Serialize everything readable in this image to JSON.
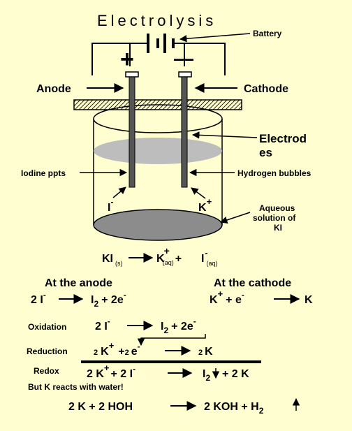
{
  "title": "Electrolysis",
  "labels": {
    "battery": "Battery",
    "plus": "+",
    "minus": "—",
    "anode": "Anode",
    "cathode": "Cathode",
    "electrodes_1": "Electrod",
    "electrodes_2": "es",
    "iodine_ppts": "Iodine ppts",
    "hydrogen_bubbles": "Hydrogen bubbles",
    "ion_i": "I",
    "ion_i_charge": "-",
    "ion_k": "K",
    "ion_k_charge": "+",
    "aqueous_1": "Aqueous",
    "aqueous_2": "solution of",
    "aqueous_3": "KI"
  },
  "equation_main": {
    "reactant": "KI",
    "reactant_state": "(s)",
    "product1": "K",
    "product1_charge": "+",
    "product1_state": "(aq)",
    "plus": "+",
    "product2": "I",
    "product2_charge": "-",
    "product2_state": "(aq)"
  },
  "anode": {
    "heading": "At the anode",
    "left": "2 I",
    "left_charge": "-",
    "right_a": "I",
    "right_sub": "2",
    "right_b": "+ 2e",
    "right_charge": "-"
  },
  "cathode": {
    "heading": "At the cathode",
    "left_a": "K",
    "left_charge": "+",
    "left_b": "+  e",
    "left_b_charge": "-",
    "right": "K"
  },
  "oxidation": {
    "label": "Oxidation",
    "left": "2 I",
    "left_charge": "-",
    "right_a": "I",
    "right_sub": "2",
    "right_b": "+  2e",
    "right_charge": "-"
  },
  "reduction": {
    "label": "Reduction",
    "coef1": "2",
    "k": "K",
    "k_charge": "+",
    "plus": "+",
    "coef2": "2",
    "e": "e",
    "e_charge": "-",
    "coef3": "2",
    "product": "K"
  },
  "redox": {
    "label": "Redox",
    "left_a": "2 K",
    "left_charge": "+",
    "left_b": "+ 2 I",
    "left_b_charge": "-",
    "right_a": "I",
    "right_sub": "2",
    "right_b": "+ 2 K"
  },
  "note": "But  K reacts with water!",
  "water_reaction": {
    "left": "2 K  +  2 HOH",
    "right_a": "2 KOH  +  H",
    "right_sub": "2"
  }
}
